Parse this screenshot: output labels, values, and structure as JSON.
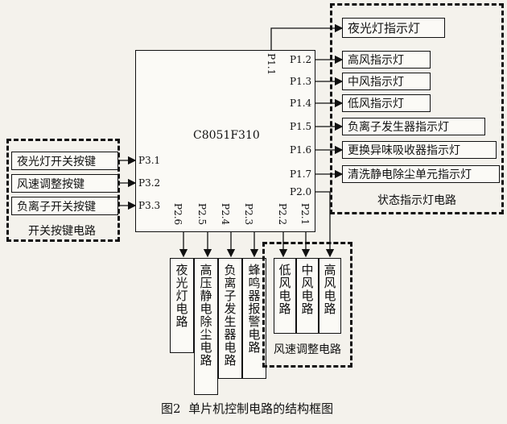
{
  "mcu": {
    "label": "C8051F310"
  },
  "caption": "图2  单片机控制电路的结构框图",
  "left_group": {
    "title": "开关按键电路",
    "buttons": [
      "夜光灯开关按键",
      "风速调整按键",
      "负离子开关按键"
    ],
    "pins": [
      "P3.1",
      "P3.2",
      "P3.3"
    ]
  },
  "right_group": {
    "title": "状态指示灯电路",
    "indicators": [
      "夜光灯指示灯",
      "高风指示灯",
      "中风指示灯",
      "低风指示灯",
      "负离子发生器指示灯",
      "更换异味吸收器指示灯",
      "清洗静电除尘单元指示灯"
    ],
    "pins": [
      "P1.1",
      "P1.2",
      "P1.3",
      "P1.4",
      "P1.5",
      "P1.6",
      "P1.7"
    ]
  },
  "bottom": {
    "pins": [
      "P2.6",
      "P2.5",
      "P2.4",
      "P2.3",
      "P2.2",
      "P2.1",
      "P2.0"
    ],
    "circuits": [
      "夜光灯电路",
      "高压静电除尘电路",
      "负离子发生器电路",
      "蜂鸣器报警电路"
    ],
    "wind_group_title": "风速调整电路",
    "wind_circuits": [
      "低风电路",
      "中风电路",
      "高风电路"
    ]
  }
}
